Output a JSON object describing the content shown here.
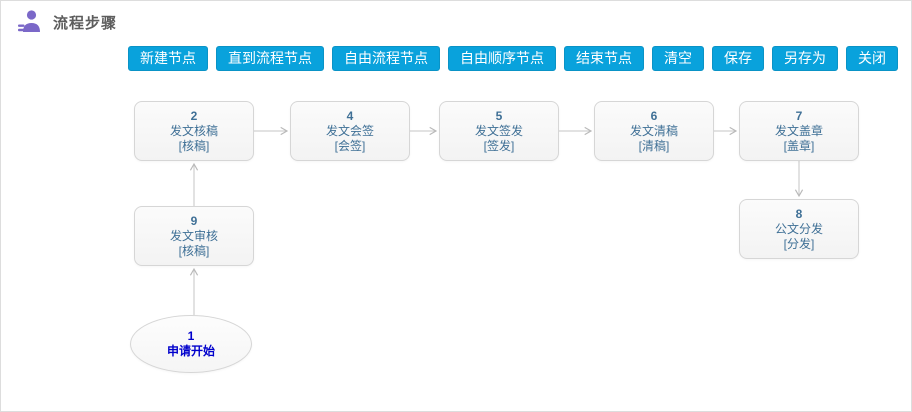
{
  "header": {
    "title": "流程步骤"
  },
  "toolbar": {
    "buttons": [
      "新建节点",
      "直到流程节点",
      "自由流程节点",
      "自由顺序节点",
      "结束节点",
      "清空",
      "保存",
      "另存为",
      "关闭"
    ]
  },
  "flow": {
    "nodes": [
      {
        "id": "2",
        "name": "发文核稿",
        "tag": "[核稿]"
      },
      {
        "id": "4",
        "name": "发文会签",
        "tag": "[会签]"
      },
      {
        "id": "5",
        "name": "发文签发",
        "tag": "[签发]"
      },
      {
        "id": "6",
        "name": "发文清稿",
        "tag": "[清稿]"
      },
      {
        "id": "7",
        "name": "发文盖章",
        "tag": "[盖章]"
      },
      {
        "id": "9",
        "name": "发文审核",
        "tag": "[核稿]"
      },
      {
        "id": "8",
        "name": "公文分发",
        "tag": "[分发]"
      }
    ],
    "start": {
      "id": "1",
      "name": "申请开始"
    },
    "connections": [
      {
        "from": "2",
        "to": "4"
      },
      {
        "from": "4",
        "to": "5"
      },
      {
        "from": "5",
        "to": "6"
      },
      {
        "from": "6",
        "to": "7"
      },
      {
        "from": "7",
        "to": "8"
      },
      {
        "from": "1",
        "to": "9"
      },
      {
        "from": "9",
        "to": "2"
      }
    ]
  },
  "colors": {
    "button_bg": "#09a2dc",
    "node_text": "#3f7096",
    "start_text": "#0000cc",
    "header_icon": "#7b68c8",
    "connector": "#c6c6c6",
    "node_border": "#d6d6d6"
  }
}
